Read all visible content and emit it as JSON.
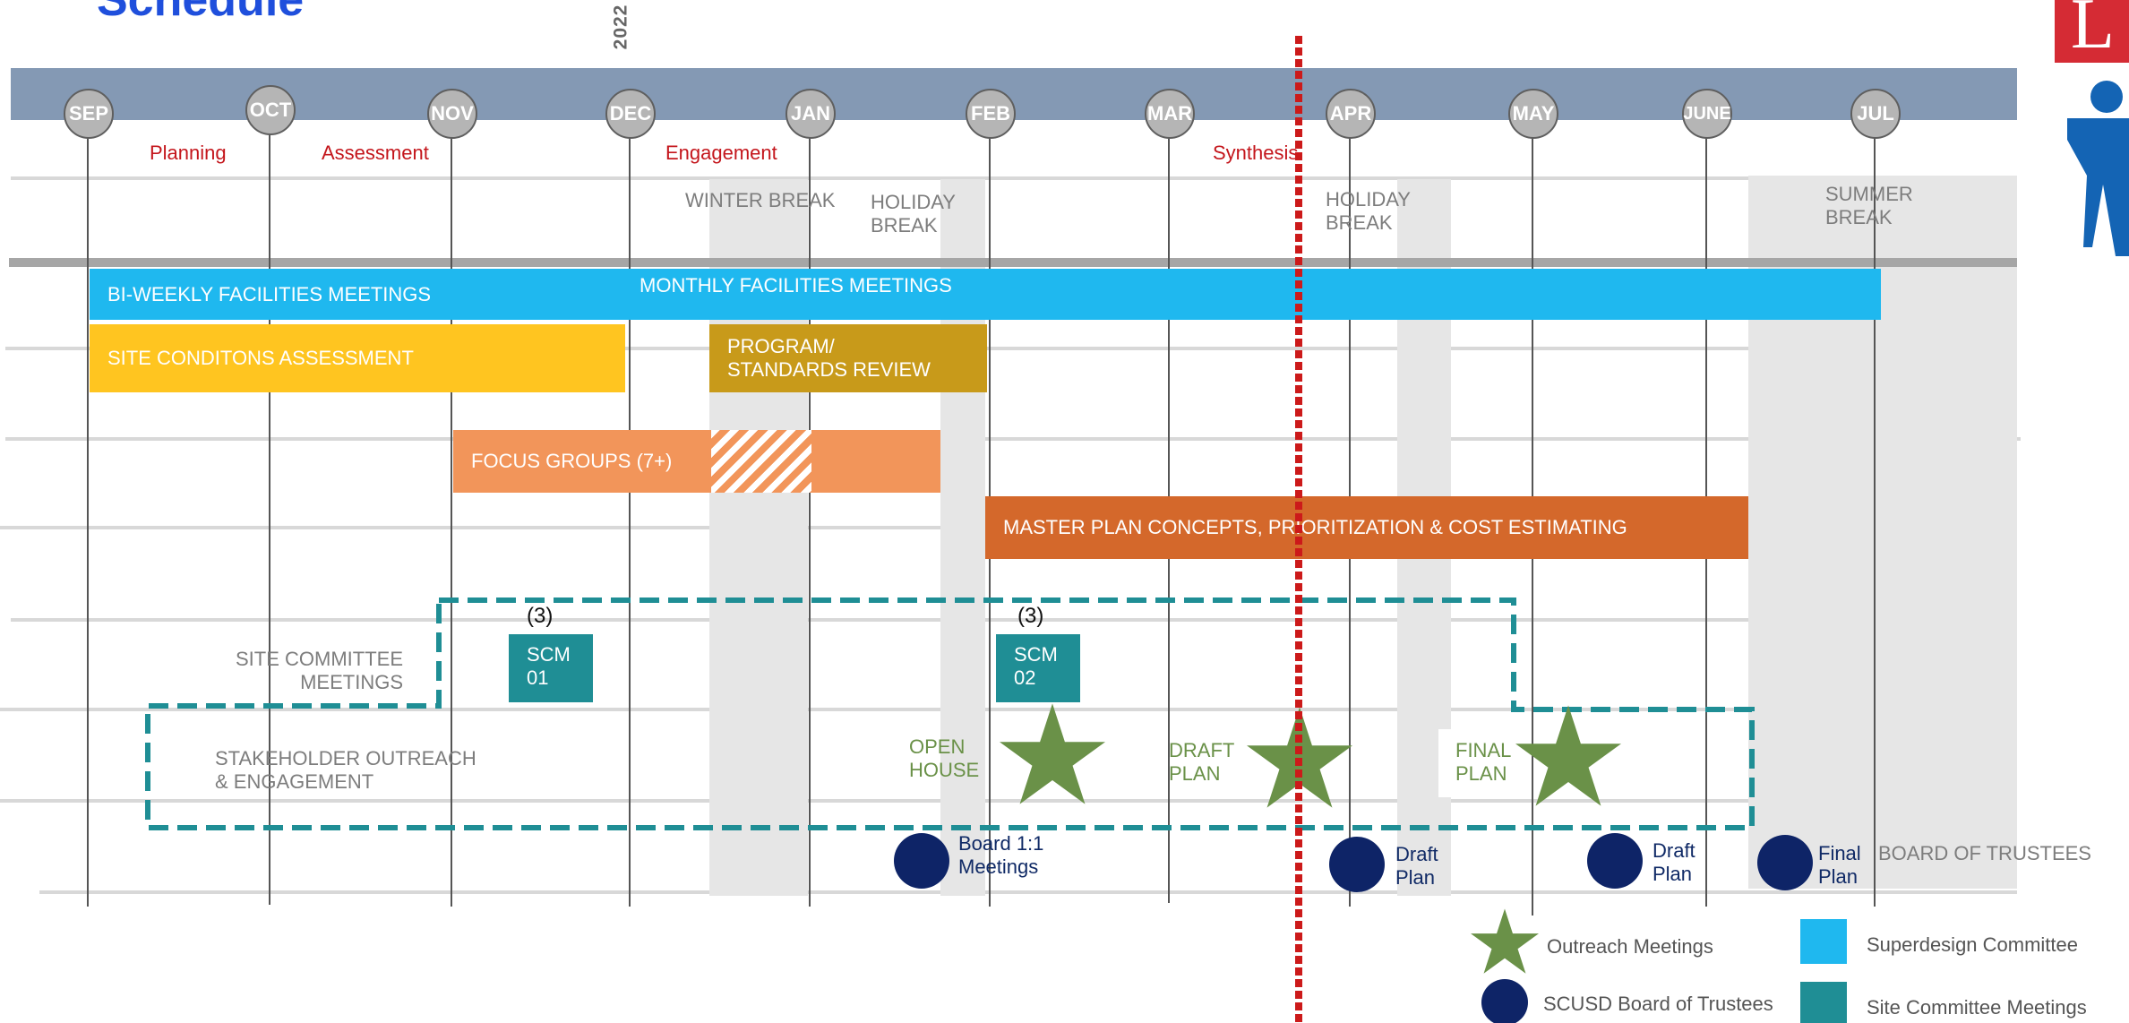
{
  "title": "Schedule",
  "year_label": "2022",
  "months": [
    "SEP",
    "OCT",
    "NOV",
    "DEC",
    "JAN",
    "FEB",
    "MAR",
    "APR",
    "MAY",
    "JUNE",
    "JUL"
  ],
  "phases": [
    "Planning",
    "Assessment",
    "Engagement",
    "Synthesis"
  ],
  "breaks": {
    "winter": "WINTER BREAK",
    "holiday_1": [
      "HOLIDAY",
      "BREAK"
    ],
    "holiday_2": [
      "HOLIDAY",
      "BREAK"
    ],
    "summer": [
      "SUMMER",
      "BREAK"
    ]
  },
  "bars": {
    "biweekly": "BI-WEEKLY FACILITIES MEETINGS",
    "monthly": "MONTHLY FACILITIES MEETINGS",
    "site_assessment": "SITE CONDITONS ASSESSMENT",
    "program_review": [
      "PROGRAM/",
      "STANDARDS REVIEW"
    ],
    "focus_groups": "FOCUS GROUPS (7+)",
    "master_plan": "MASTER PLAN CONCEPTS, PRIORITIZATION & COST ESTIMATING"
  },
  "site_committee": {
    "label": [
      "SITE COMMITTEE",
      "MEETINGS"
    ],
    "scm1": [
      "SCM",
      "01"
    ],
    "scm2": [
      "SCM",
      "02"
    ],
    "count1": "(3)",
    "count2": "(3)"
  },
  "stakeholder": {
    "label": [
      "STAKEHOLDER OUTREACH",
      "& ENGAGEMENT"
    ],
    "open_house": [
      "OPEN",
      "HOUSE"
    ],
    "draft_plan": [
      "DRAFT",
      "PLAN"
    ],
    "final_plan": [
      "FINAL",
      "PLAN"
    ]
  },
  "board": {
    "meetings": [
      "Board 1:1",
      "Meetings"
    ],
    "draft_1": [
      "Draft",
      "Plan"
    ],
    "draft_2": [
      "Draft",
      "Plan"
    ],
    "final": [
      "Final",
      "Plan"
    ],
    "label": "BOARD OF TRUSTEES"
  },
  "legend": {
    "outreach": "Outreach Meetings",
    "board": "SCUSD Board of Trustees",
    "superdesign": "Superdesign Committee",
    "site_committee": "Site Committee Meetings"
  },
  "colors": {
    "band": "#8499b4",
    "blue_bar": "#1fb8ef",
    "yellow_bar": "#ffc520",
    "gold_bar": "#c89a1a",
    "salmon_bar": "#f2955a",
    "orange_bar": "#d4682b",
    "teal": "#1f8e95",
    "green_star": "#6a9148",
    "navy": "#0e2467",
    "phase_red": "#c4161c",
    "today_line": "#cc1a1a"
  },
  "icons": {
    "star": "star-icon",
    "circle": "circle-icon",
    "logo_letter": "L",
    "logo_figure": "person-icon"
  }
}
